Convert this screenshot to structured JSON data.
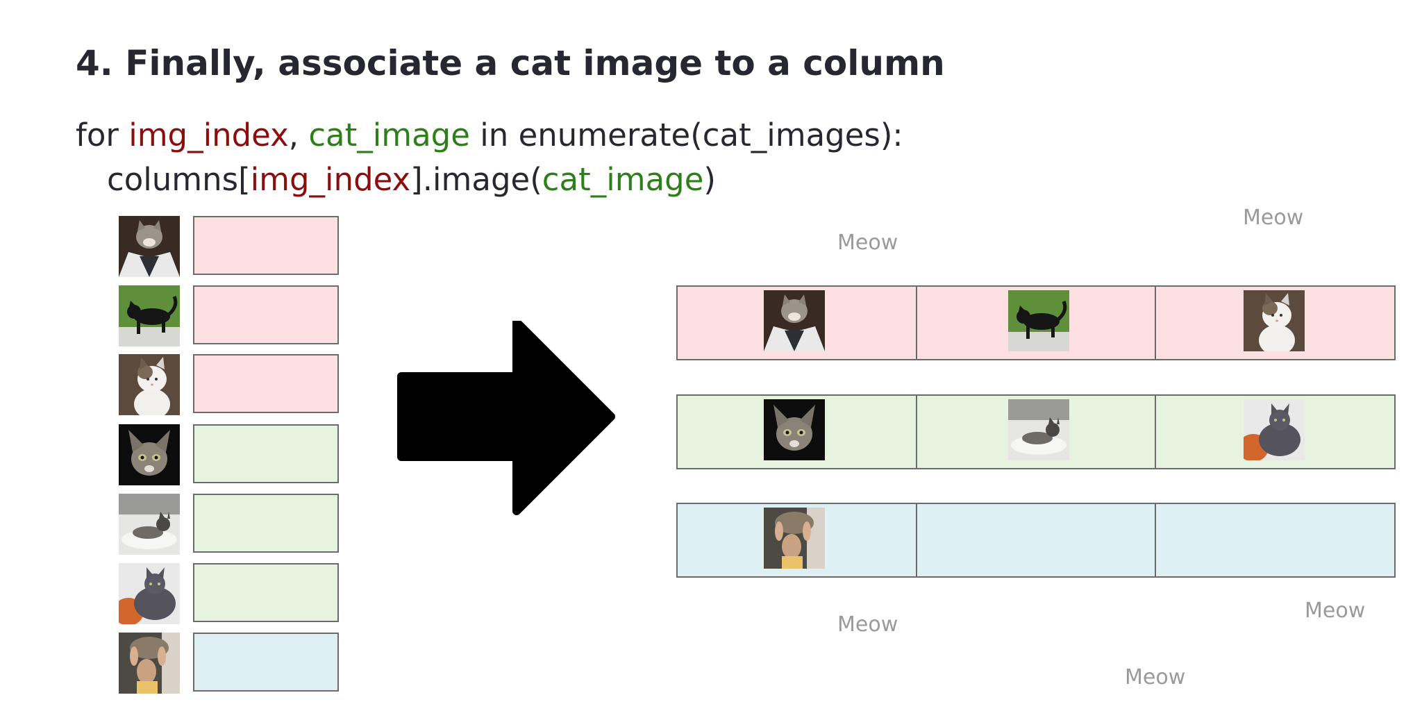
{
  "title": "4. Finally, associate a cat image to a column",
  "code": {
    "line1": {
      "kw_for": "for ",
      "var_index": "img_index",
      "comma": ", ",
      "var_image": "cat_image",
      "rest": " in enumerate(cat_images):"
    },
    "line2": {
      "prefix": "columns[",
      "var_index": "img_index",
      "middle": "].image(",
      "var_image": "cat_image",
      "suffix": ")"
    }
  },
  "meow_labels": [
    "Meow",
    "Meow",
    "Meow",
    "Meow",
    "Meow"
  ],
  "left_list": [
    {
      "cat": "cat-suit-icon",
      "slot_color": "pink"
    },
    {
      "cat": "black-cat-icon",
      "slot_color": "pink"
    },
    {
      "cat": "calico-cat-icon",
      "slot_color": "pink"
    },
    {
      "cat": "tabby-kitten-icon",
      "slot_color": "green"
    },
    {
      "cat": "lounging-cat-icon",
      "slot_color": "green"
    },
    {
      "cat": "gray-cat-icon",
      "slot_color": "green"
    },
    {
      "cat": "held-cat-icon",
      "slot_color": "blue"
    }
  ],
  "grid_rows": [
    {
      "color": "pink",
      "cells": [
        "cat-suit-icon",
        "black-cat-icon",
        "calico-cat-icon"
      ]
    },
    {
      "color": "green",
      "cells": [
        "tabby-kitten-icon",
        "lounging-cat-icon",
        "gray-cat-icon"
      ]
    },
    {
      "color": "blue",
      "cells": [
        "held-cat-icon",
        "",
        ""
      ]
    }
  ],
  "colors": {
    "pink": "#fde0e2",
    "green": "#e6f3df",
    "blue": "#dff0f4",
    "code_red": "#8b0d0d",
    "code_green": "#2d7f1a",
    "meow": "#9a9a9a"
  }
}
